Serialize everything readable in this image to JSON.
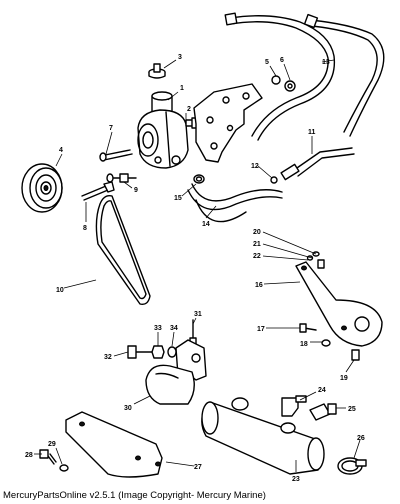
{
  "diagram": {
    "part_numbers": [
      "1",
      "2",
      "3",
      "4",
      "5",
      "6",
      "7",
      "8",
      "9",
      "10",
      "11",
      "12",
      "13",
      "14",
      "15",
      "16",
      "17",
      "18",
      "19",
      "20",
      "21",
      "22",
      "23",
      "24",
      "25",
      "26",
      "27",
      "28",
      "29",
      "30",
      "31",
      "32",
      "33",
      "34"
    ]
  },
  "caption": "MercuryPartsOnline v2.5.1 (Image Copyright- Mercury Marine)"
}
